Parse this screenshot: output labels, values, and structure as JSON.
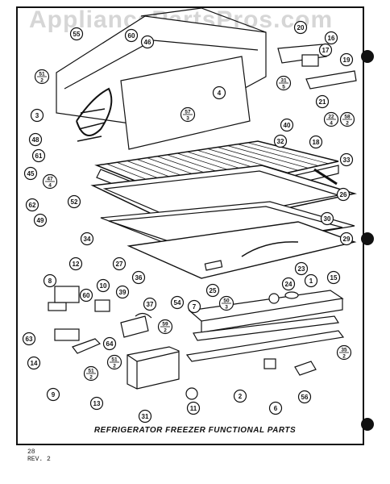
{
  "watermark": "AppliancePartsPros.com",
  "caption": "REFRIGERATOR FREEZER FUNCTIONAL PARTS",
  "page_number": "28",
  "revision": "REV. 2",
  "callouts": [
    {
      "label": "55"
    },
    {
      "label": "60"
    },
    {
      "label": "46"
    },
    {
      "label": "4"
    },
    {
      "label": "57\n3"
    },
    {
      "label": "51\n2"
    },
    {
      "label": "3"
    },
    {
      "label": "48"
    },
    {
      "label": "61"
    },
    {
      "label": "45"
    },
    {
      "label": "47\n4"
    },
    {
      "label": "62"
    },
    {
      "label": "52"
    },
    {
      "label": "49"
    },
    {
      "label": "40"
    },
    {
      "label": "32"
    },
    {
      "label": "18"
    },
    {
      "label": "33"
    },
    {
      "label": "20"
    },
    {
      "label": "16"
    },
    {
      "label": "17"
    },
    {
      "label": "19"
    },
    {
      "label": "21"
    },
    {
      "label": "22\n4"
    },
    {
      "label": "58\n2"
    },
    {
      "label": "31\n5"
    },
    {
      "label": "34"
    },
    {
      "label": "27"
    },
    {
      "label": "26"
    },
    {
      "label": "30"
    },
    {
      "label": "29"
    },
    {
      "label": "23"
    },
    {
      "label": "1"
    },
    {
      "label": "15"
    },
    {
      "label": "24"
    },
    {
      "label": "25"
    },
    {
      "label": "50\n3"
    },
    {
      "label": "7"
    },
    {
      "label": "54"
    },
    {
      "label": "8"
    },
    {
      "label": "12"
    },
    {
      "label": "10"
    },
    {
      "label": "39"
    },
    {
      "label": "36"
    },
    {
      "label": "37"
    },
    {
      "label": "60"
    },
    {
      "label": "59\n2"
    },
    {
      "label": "63"
    },
    {
      "label": "64"
    },
    {
      "label": "14"
    },
    {
      "label": "9"
    },
    {
      "label": "51\n2"
    },
    {
      "label": "51\n2"
    },
    {
      "label": "13"
    },
    {
      "label": "31"
    },
    {
      "label": "11"
    },
    {
      "label": "2"
    },
    {
      "label": "6"
    },
    {
      "label": "56"
    },
    {
      "label": "35\n2"
    }
  ]
}
